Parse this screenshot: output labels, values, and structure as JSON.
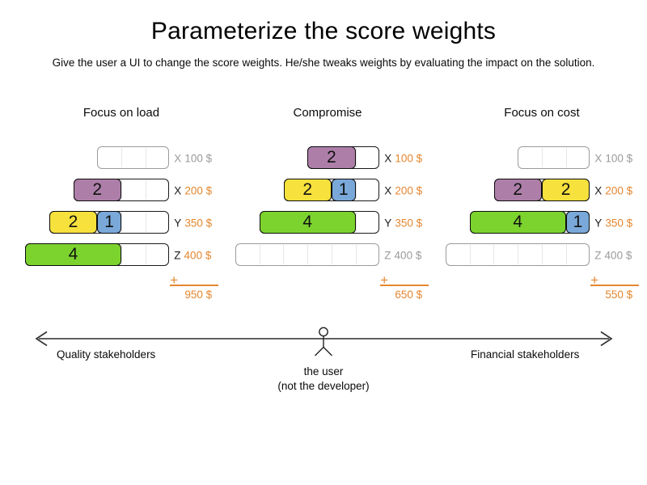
{
  "title": "Parameterize the score weights",
  "subtitle": "Give the user a UI to change the score weights. He/she tweaks weights by evaluating the impact on the solution.",
  "colors": {
    "orange": "#e5862f",
    "inactive_gray": "#9b9b9b",
    "purple": "#ad7fa8",
    "yellow": "#f6e13d",
    "blue": "#79a8d9",
    "green": "#7cd32e",
    "arrow_line": "#5f5f5f"
  },
  "columns": [
    {
      "title": "Focus on load",
      "plus": "+",
      "total": "950 $",
      "rows": [
        {
          "machine": "X",
          "price": "100 $",
          "capacity": 3,
          "active": false,
          "blocks": []
        },
        {
          "machine": "X",
          "price": "200 $",
          "capacity": 4,
          "active": true,
          "blocks": [
            {
              "label": "2",
              "size": 2,
              "color": "purple"
            }
          ]
        },
        {
          "machine": "Y",
          "price": "350 $",
          "capacity": 5,
          "active": true,
          "blocks": [
            {
              "label": "2",
              "size": 2,
              "color": "yellow"
            },
            {
              "label": "1",
              "size": 1,
              "color": "blue"
            }
          ]
        },
        {
          "machine": "Z",
          "price": "400 $",
          "capacity": 6,
          "active": true,
          "blocks": [
            {
              "label": "4",
              "size": 4,
              "color": "green"
            }
          ]
        }
      ]
    },
    {
      "title": "Compromise",
      "plus": "+",
      "total": "650 $",
      "rows": [
        {
          "machine": "X",
          "price": "100 $",
          "capacity": 3,
          "active": true,
          "blocks": [
            {
              "label": "2",
              "size": 2,
              "color": "purple"
            }
          ]
        },
        {
          "machine": "X",
          "price": "200 $",
          "capacity": 4,
          "active": true,
          "blocks": [
            {
              "label": "2",
              "size": 2,
              "color": "yellow"
            },
            {
              "label": "1",
              "size": 1,
              "color": "blue"
            }
          ]
        },
        {
          "machine": "Y",
          "price": "350 $",
          "capacity": 5,
          "active": true,
          "blocks": [
            {
              "label": "4",
              "size": 4,
              "color": "green"
            }
          ]
        },
        {
          "machine": "Z",
          "price": "400 $",
          "capacity": 6,
          "active": false,
          "blocks": []
        }
      ]
    },
    {
      "title": "Focus on cost",
      "plus": "+",
      "total": "550 $",
      "rows": [
        {
          "machine": "X",
          "price": "100 $",
          "capacity": 3,
          "active": false,
          "blocks": []
        },
        {
          "machine": "X",
          "price": "200 $",
          "capacity": 4,
          "active": true,
          "blocks": [
            {
              "label": "2",
              "size": 2,
              "color": "purple"
            },
            {
              "label": "2",
              "size": 2,
              "color": "yellow"
            }
          ]
        },
        {
          "machine": "Y",
          "price": "350 $",
          "capacity": 5,
          "active": true,
          "blocks": [
            {
              "label": "4",
              "size": 4,
              "color": "green"
            },
            {
              "label": "1",
              "size": 1,
              "color": "blue"
            }
          ]
        },
        {
          "machine": "Z",
          "price": "400 $",
          "capacity": 6,
          "active": false,
          "blocks": []
        }
      ]
    }
  ],
  "spectrum": {
    "left_label": "Quality stakeholders",
    "right_label": "Financial stakeholders",
    "user_label": "the user",
    "user_sublabel": "(not the developer)"
  }
}
